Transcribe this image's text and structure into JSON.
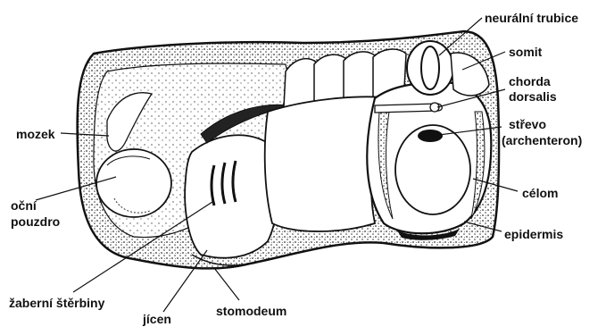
{
  "labels": {
    "neural_tube": "neurální trubice",
    "somite": "somit",
    "chorda_line1": "chorda",
    "chorda_line2": "dorsalis",
    "gut_line1": "střevo",
    "gut_line2": "(archenteron)",
    "coelom": "célom",
    "epidermis": "epidermis",
    "brain": "mozek",
    "eye_line1": "oční",
    "eye_line2": "pouzdro",
    "gill_slits": "žaberní štěrbiny",
    "pharynx": "jícen",
    "stomodeum": "stomodeum"
  },
  "colors": {
    "ink": "#111111",
    "paper": "#ffffff",
    "shade": "#bdbdbd"
  }
}
